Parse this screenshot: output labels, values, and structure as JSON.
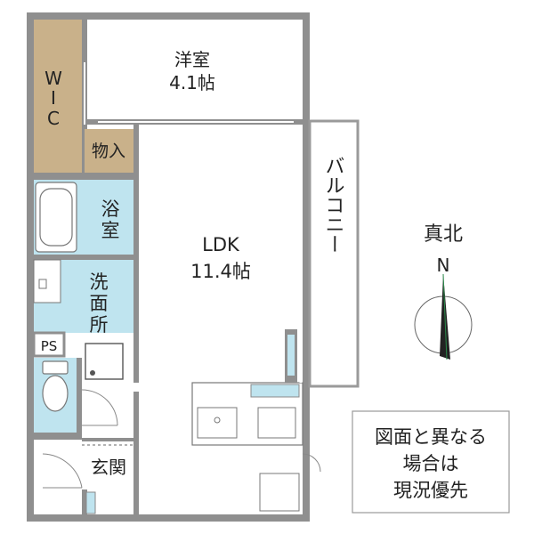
{
  "rooms": {
    "western": {
      "name": "洋室",
      "size": "4.1帖"
    },
    "wic": {
      "name": "W I C"
    },
    "storage": {
      "name": "物入"
    },
    "bath": {
      "line1": "浴",
      "line2": "室"
    },
    "ldk": {
      "name": "LDK",
      "size": "11.4帖"
    },
    "washroom": {
      "line1": "洗",
      "line2": "面",
      "line3": "所"
    },
    "ps": {
      "name": "PS"
    },
    "entrance": {
      "name": "玄関"
    },
    "balcony": {
      "name": "バルコニー"
    }
  },
  "compass": {
    "label": "真北",
    "north": "N"
  },
  "note": {
    "line1": "図面と異なる",
    "line2": "場合は",
    "line3": "現況優先"
  },
  "colors": {
    "wall": "#8f8f8f",
    "wic_floor": "#c9b18a",
    "wet_floor": "#bfe4ef",
    "floor": "#ffffff",
    "balcony_edge": "#9a9a9a"
  }
}
